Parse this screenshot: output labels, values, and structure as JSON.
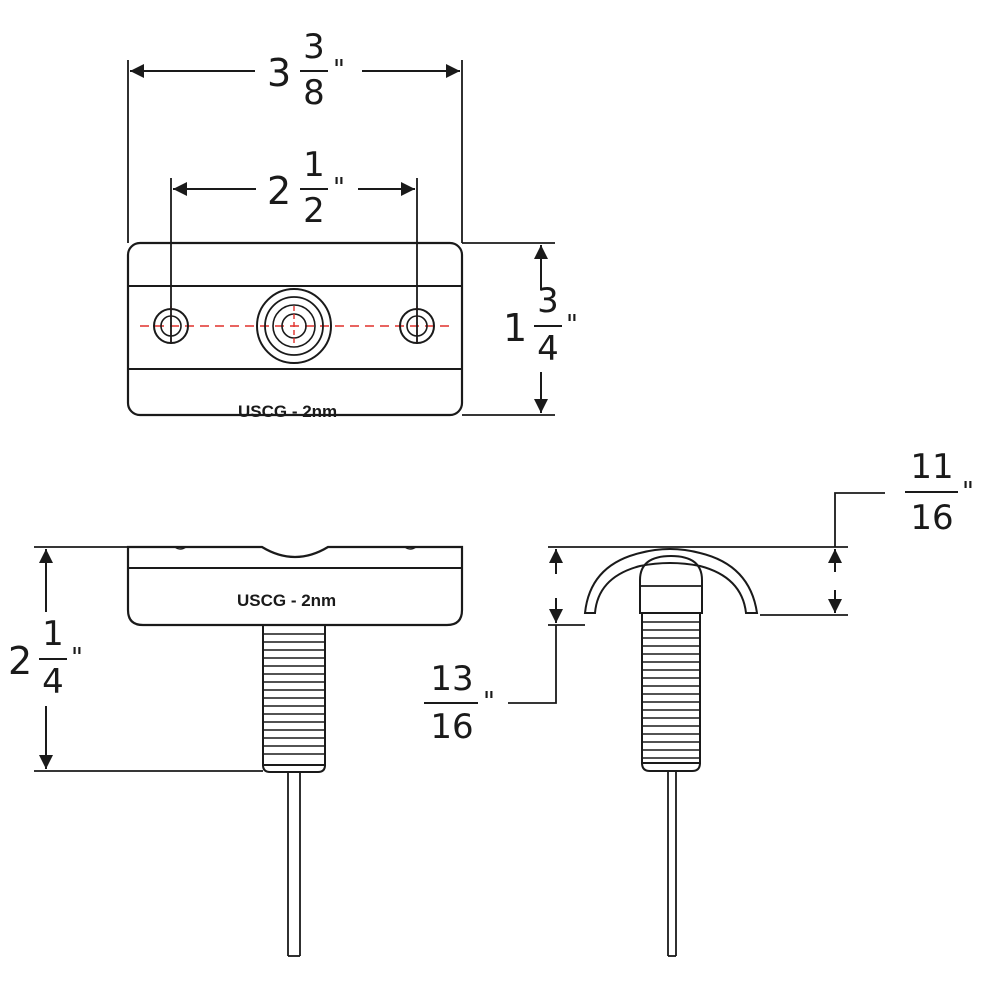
{
  "dimensions": {
    "overall_width": {
      "whole": "3",
      "numerator": "3",
      "denominator": "8",
      "unit": "\""
    },
    "hole_spacing": {
      "whole": "2",
      "numerator": "1",
      "denominator": "2",
      "unit": "\""
    },
    "body_depth": {
      "whole": "1",
      "numerator": "3",
      "denominator": "4",
      "unit": "\""
    },
    "overall_height": {
      "whole": "2",
      "numerator": "1",
      "denominator": "4",
      "unit": "\""
    },
    "bracket_height": {
      "whole": "",
      "numerator": "11",
      "denominator": "16",
      "unit": "\""
    },
    "cap_height": {
      "whole": "",
      "numerator": "13",
      "denominator": "16",
      "unit": "\""
    }
  },
  "labels": {
    "top_view_marking": "USCG - 2nm",
    "front_view_marking": "USCG - 2nm"
  },
  "colors": {
    "line": "#1a1a1a",
    "centerline": "#e0312b",
    "background": "#ffffff"
  }
}
